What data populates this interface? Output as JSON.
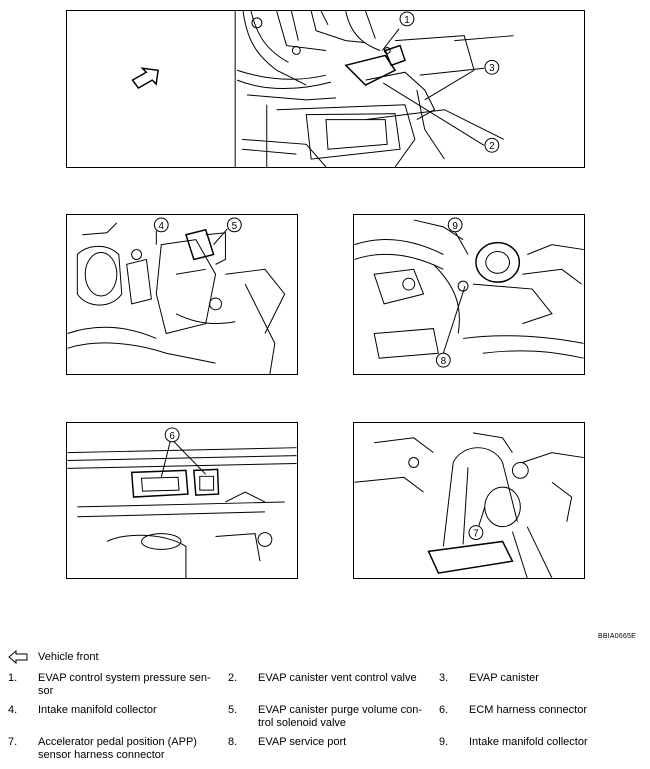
{
  "callouts": {
    "c1": "1",
    "c2": "2",
    "c3": "3",
    "c4": "4",
    "c5": "5",
    "c6": "6",
    "c7": "7",
    "c8": "8",
    "c9": "9"
  },
  "ref_code": "BBIA0665E",
  "legend": {
    "vehicle_front_icon": "arrow-icon",
    "vehicle_front": "Vehicle front",
    "items": [
      {
        "num": "1.",
        "text": "EVAP control system pressure sen-\nsor"
      },
      {
        "num": "2.",
        "text": "EVAP canister vent control valve"
      },
      {
        "num": "3.",
        "text": "EVAP canister"
      },
      {
        "num": "4.",
        "text": "Intake manifold collector"
      },
      {
        "num": "5.",
        "text": "EVAP canister purge volume con-\ntrol solenoid valve"
      },
      {
        "num": "6.",
        "text": "ECM harness connector"
      },
      {
        "num": "7.",
        "text": "Accelerator pedal position (APP)\nsensor harness connector"
      },
      {
        "num": "8.",
        "text": "EVAP service port"
      },
      {
        "num": "9.",
        "text": "Intake manifold collector"
      }
    ]
  }
}
